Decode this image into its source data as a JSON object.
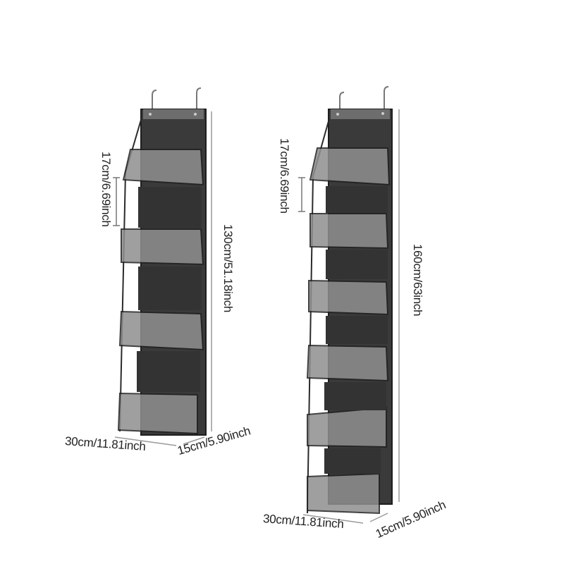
{
  "products": [
    {
      "id": "organizer-small",
      "shelves": 4,
      "labels": {
        "shelf_spacing": "17cm/6.69inch",
        "height": "130cm/51.18inch",
        "width": "30cm/11.81inch",
        "depth": "15cm/5.90inch"
      }
    },
    {
      "id": "organizer-large",
      "shelves": 6,
      "labels": {
        "shelf_spacing": "17cm/6.69inch",
        "height": "160cm/63inch",
        "width": "30cm/11.81inch",
        "depth": "15cm/5.90inch"
      }
    }
  ],
  "colors": {
    "background": "#ffffff",
    "fabric": "#3a3a3a",
    "fabric_dark": "#2b2b2b",
    "pocket_clear": "#8c8c8c",
    "edge": "#1e1e1e",
    "dimension_line": "#9a9a9a"
  }
}
